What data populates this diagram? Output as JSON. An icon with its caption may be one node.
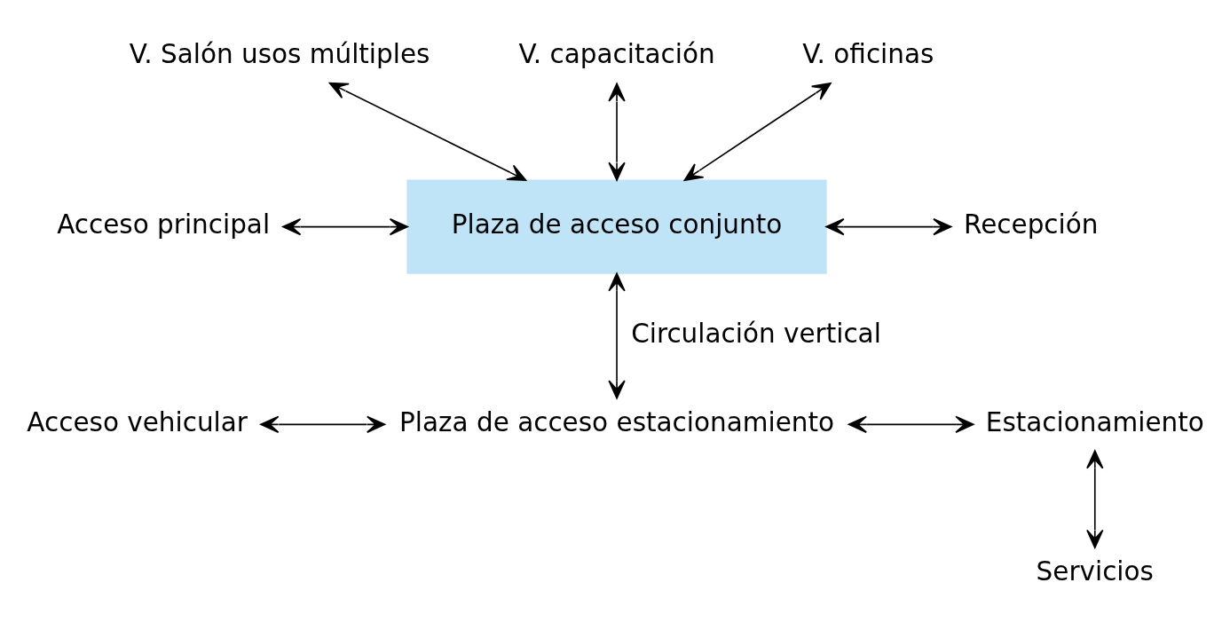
{
  "diagram": {
    "nodes": [
      {
        "text": [
          "V. Salón usos múltiples"
        ]
      },
      {
        "text": [
          "V. capacitación"
        ]
      },
      {
        "text": [
          "V. oficinas"
        ]
      },
      {
        "text": [
          "Acceso principal"
        ]
      },
      {
        "text": [
          "Plaza de acceso conjunto"
        ]
      },
      {
        "text": [
          "Recepción"
        ]
      },
      {
        "text": [
          "Plaza de acceso estacionamiento"
        ]
      },
      {
        "text": [
          "Acceso vehicular"
        ]
      },
      {
        "text": [
          "Estacionamiento"
        ]
      },
      {
        "text": [
          "Servicios"
        ]
      }
    ],
    "edges": [
      {
        "from": 0,
        "to": 4,
        "arrow": "both"
      },
      {
        "from": 1,
        "to": 4,
        "arrow": "both"
      },
      {
        "from": 2,
        "to": 4,
        "arrow": "both"
      },
      {
        "from": 3,
        "to": 4,
        "arrow": "both"
      },
      {
        "from": 4,
        "to": 5,
        "arrow": "both"
      },
      {
        "from": 4,
        "to": 6,
        "arrow": "both",
        "label": "Circulación vertical"
      },
      {
        "from": 7,
        "to": 6,
        "arrow": "both"
      },
      {
        "from": 6,
        "to": 8,
        "arrow": "both"
      },
      {
        "from": 8,
        "to": 9,
        "arrow": "both"
      }
    ]
  }
}
